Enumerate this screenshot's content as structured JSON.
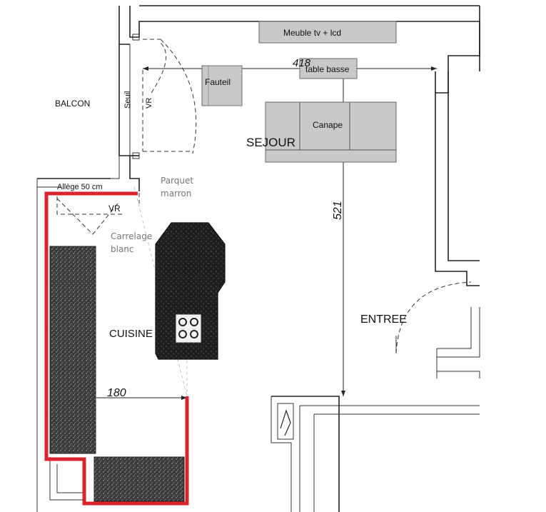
{
  "labels": {
    "balcon": "BALCON",
    "seuil": "Seuil",
    "vr_top": "VR",
    "vr_bottom": "VR",
    "allege": "Allège 50 cm",
    "parquet_line1": "Parquet",
    "parquet_line2": "marron",
    "carrelage_line1": "Carrelage",
    "carrelage_line2": "blanc",
    "sejour": "SEJOUR",
    "cuisine": "CUISINE",
    "entree": "ENTREE"
  },
  "furniture": {
    "meuble_tv": "Meuble tv + lcd",
    "table_basse": "table basse",
    "fauteil": "Fauteil",
    "canape": "Canape"
  },
  "dimensions": {
    "width_sejour": "418",
    "depth_sejour": "521",
    "kitchen_length": "180"
  },
  "colors": {
    "outline_highlight": "#d9232d",
    "furniture_fill": "#c9c9c9",
    "wall": "#222222"
  }
}
